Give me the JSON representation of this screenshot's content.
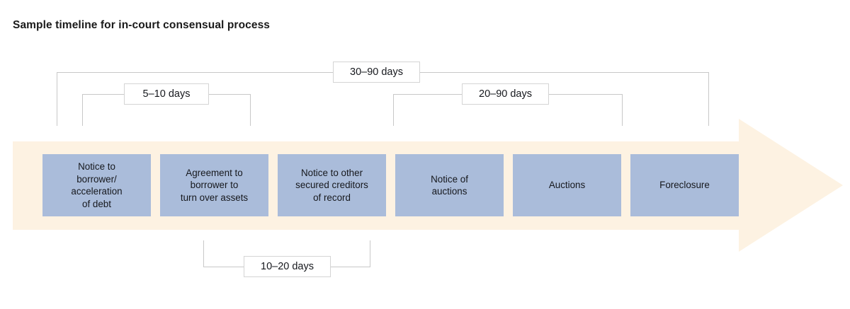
{
  "title": "Sample timeline for in-court consensual process",
  "colors": {
    "band": "#fdf2e2",
    "step_box": "#aabcda",
    "connector_line": "#c8c8c8",
    "label_border": "#d4d4d4",
    "text": "#16181d"
  },
  "steps": [
    {
      "id": "notice-to-borrower",
      "label": "Notice to\nborrower/\nacceleration\nof debt"
    },
    {
      "id": "agreement-to-borrower",
      "label": "Agreement to\nborrower to\nturn over assets"
    },
    {
      "id": "notice-to-secured-creditors",
      "label": "Notice to other\nsecured creditors\nof record"
    },
    {
      "id": "notice-of-auctions",
      "label": "Notice of\nauctions"
    },
    {
      "id": "auctions",
      "label": "Auctions"
    },
    {
      "id": "foreclosure",
      "label": "Foreclosure"
    }
  ],
  "durations": [
    {
      "id": "overall",
      "label": "30–90 days",
      "position": "top"
    },
    {
      "id": "notice-to-agreement",
      "label": "5–10 days",
      "position": "upper"
    },
    {
      "id": "notice-to-auctions",
      "label": "20–90 days",
      "position": "upper"
    },
    {
      "id": "agreement-to-notice-creditors",
      "label": "10–20 days",
      "position": "bottom"
    }
  ]
}
